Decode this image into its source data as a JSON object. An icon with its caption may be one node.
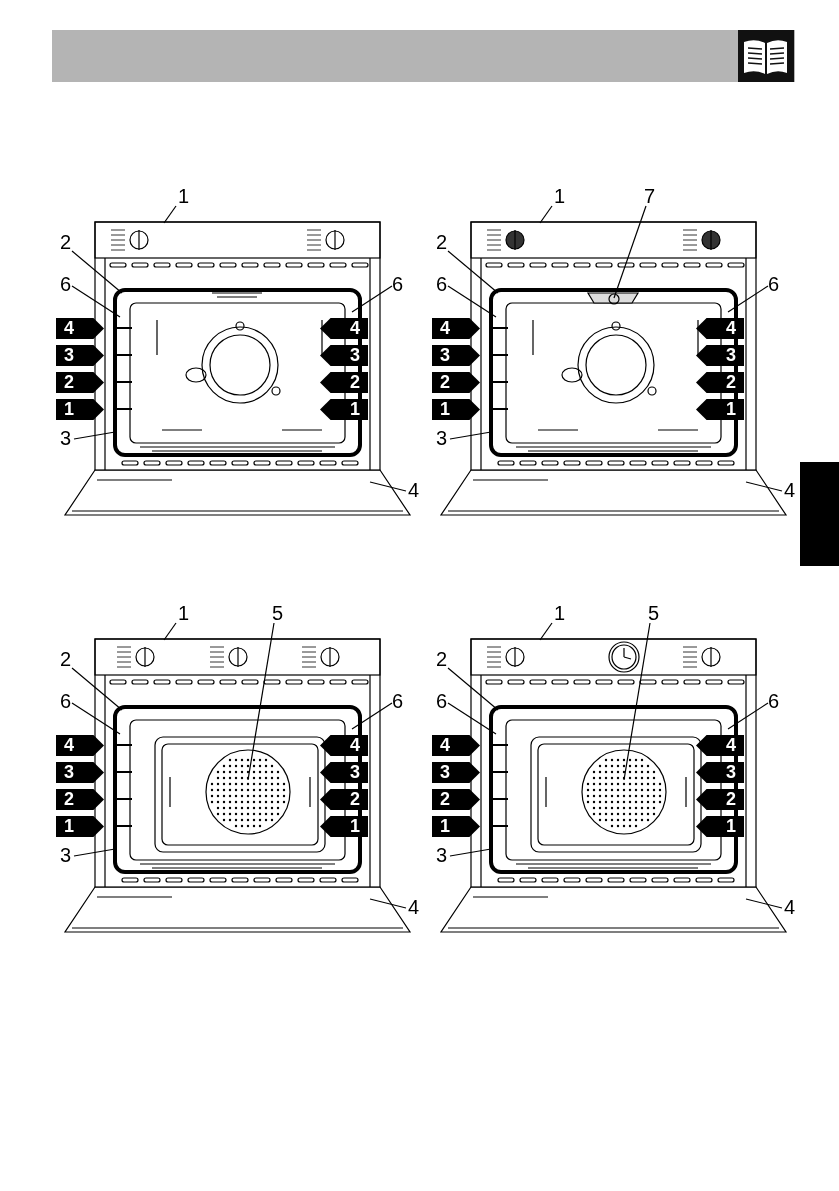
{
  "diagram": {
    "nodes": [
      {
        "text": [
          "1"
        ]
      },
      {
        "text": [
          "2"
        ]
      },
      {
        "text": [
          "6"
        ]
      },
      {
        "text": [
          "6"
        ]
      },
      {
        "text": [
          "3"
        ]
      },
      {
        "text": [
          "4"
        ]
      },
      {
        "text": [
          "1"
        ]
      },
      {
        "text": [
          "7"
        ]
      },
      {
        "text": [
          "2"
        ]
      },
      {
        "text": [
          "6"
        ]
      },
      {
        "text": [
          "6"
        ]
      },
      {
        "text": [
          "3"
        ]
      },
      {
        "text": [
          "4"
        ]
      },
      {
        "text": [
          "1"
        ]
      },
      {
        "text": [
          "5"
        ]
      },
      {
        "text": [
          "2"
        ]
      },
      {
        "text": [
          "6"
        ]
      },
      {
        "text": [
          "6"
        ]
      },
      {
        "text": [
          "3"
        ]
      },
      {
        "text": [
          "4"
        ]
      },
      {
        "text": [
          "1"
        ]
      },
      {
        "text": [
          "5"
        ]
      },
      {
        "text": [
          "2"
        ]
      },
      {
        "text": [
          "6"
        ]
      },
      {
        "text": [
          "6"
        ]
      },
      {
        "text": [
          "3"
        ]
      },
      {
        "text": [
          "4"
        ]
      },
      {
        "text": [],
        "shape": "picture"
      },
      {
        "text": [],
        "shape": "picture"
      },
      {
        "text": [],
        "shape": "picture"
      },
      {
        "text": [],
        "shape": "picture"
      }
    ],
    "edges": [
      {
        "from": 0,
        "to": 27,
        "arrow": "none"
      },
      {
        "from": 1,
        "to": 27,
        "arrow": "none"
      },
      {
        "from": 2,
        "to": 27,
        "arrow": "none"
      },
      {
        "from": 3,
        "to": 27,
        "arrow": "none"
      },
      {
        "from": 4,
        "to": 27,
        "arrow": "none"
      },
      {
        "from": 5,
        "to": 27,
        "arrow": "none"
      },
      {
        "from": 6,
        "to": 28,
        "arrow": "none"
      },
      {
        "from": 7,
        "to": 28,
        "arrow": "none"
      },
      {
        "from": 8,
        "to": 28,
        "arrow": "none"
      },
      {
        "from": 9,
        "to": 28,
        "arrow": "none"
      },
      {
        "from": 10,
        "to": 28,
        "arrow": "none"
      },
      {
        "from": 11,
        "to": 28,
        "arrow": "none"
      },
      {
        "from": 12,
        "to": 28,
        "arrow": "none"
      },
      {
        "from": 13,
        "to": 29,
        "arrow": "none"
      },
      {
        "from": 14,
        "to": 29,
        "arrow": "none"
      },
      {
        "from": 15,
        "to": 29,
        "arrow": "none"
      },
      {
        "from": 16,
        "to": 29,
        "arrow": "none"
      },
      {
        "from": 17,
        "to": 29,
        "arrow": "none"
      },
      {
        "from": 18,
        "to": 29,
        "arrow": "none"
      },
      {
        "from": 19,
        "to": 29,
        "arrow": "none"
      },
      {
        "from": 20,
        "to": 30,
        "arrow": "none"
      },
      {
        "from": 21,
        "to": 30,
        "arrow": "none"
      },
      {
        "from": 22,
        "to": 30,
        "arrow": "none"
      },
      {
        "from": 23,
        "to": 30,
        "arrow": "none"
      },
      {
        "from": 24,
        "to": 30,
        "arrow": "none"
      },
      {
        "from": 25,
        "to": 30,
        "arrow": "none"
      },
      {
        "from": 26,
        "to": 30,
        "arrow": "none"
      }
    ],
    "labels": [
      "4",
      "4",
      "3",
      "3",
      "2",
      "2",
      "1",
      "1",
      "4",
      "4",
      "3",
      "3",
      "2",
      "2",
      "1",
      "1",
      "4",
      "4",
      "3",
      "3",
      "2",
      "2",
      "1",
      "1",
      "4",
      "4",
      "3",
      "3",
      "2",
      "2",
      "1",
      "1"
    ]
  }
}
